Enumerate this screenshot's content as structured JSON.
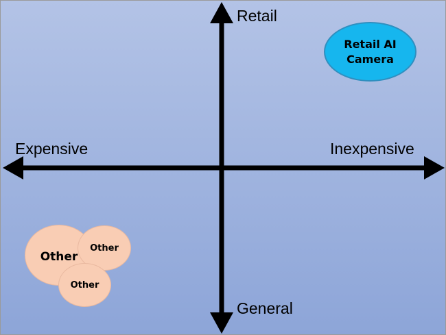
{
  "axes": {
    "top_label": "Retail",
    "bottom_label": "General",
    "left_label": "Expensive",
    "right_label": "Inexpensive"
  },
  "colors": {
    "background_top": "#b3c3e6",
    "background_bottom": "#8da5d8",
    "axis": "#000000",
    "product_fill": "#16b6ee",
    "other_fill": "#f9cdb4"
  },
  "bubbles": {
    "product": {
      "label_line1": "Retail AI",
      "label_line2": "Camera"
    },
    "other_large": {
      "label": "Other"
    },
    "other_small_top": {
      "label": "Other"
    },
    "other_small_bottom": {
      "label": "Other"
    }
  }
}
